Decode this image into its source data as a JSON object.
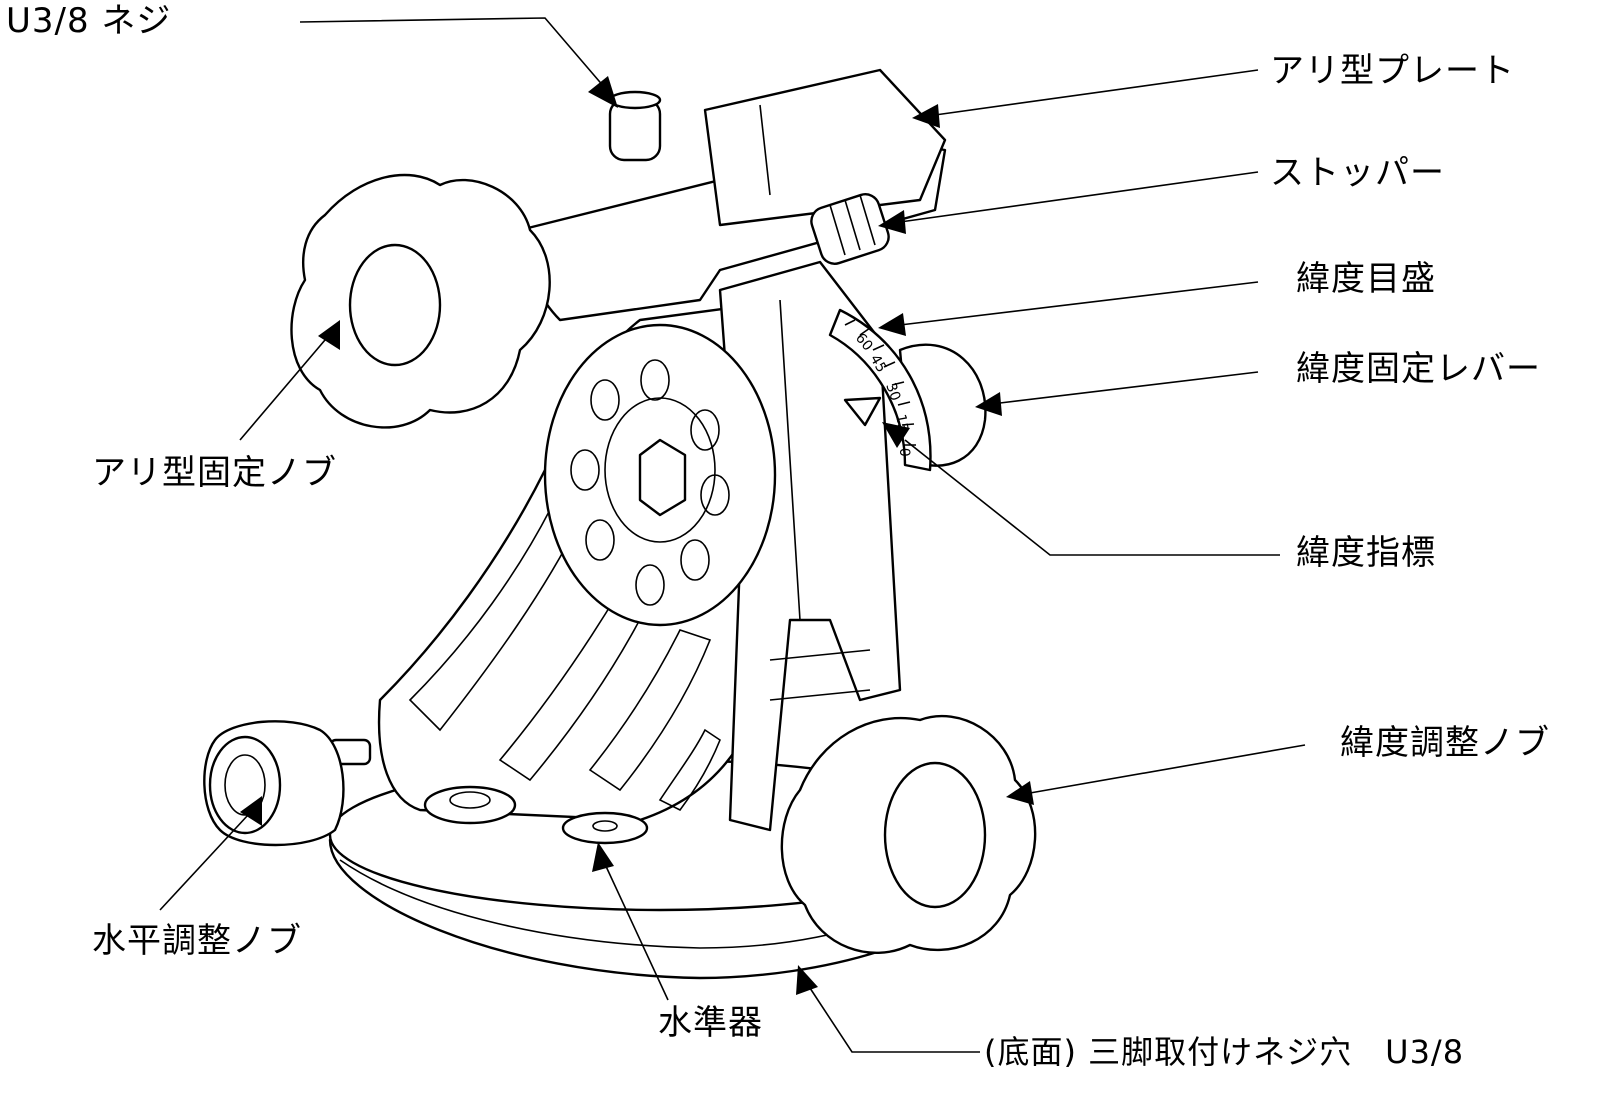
{
  "title": "",
  "labels": {
    "u38_screw": "U3/8 ネジ",
    "dovetail_plate": "アリ型プレート",
    "stopper": "ストッパー",
    "latitude_scale": "緯度目盛",
    "latitude_lock_lever": "緯度固定レバー",
    "dovetail_lock_knob": "アリ型固定ノブ",
    "latitude_indicator": "緯度指標",
    "latitude_adjust_knob": "緯度調整ノブ",
    "horizontal_adjust_knob": "水平調整ノブ",
    "spirit_level": "水準器",
    "tripod_hole": "(底面) 三脚取付けネジ穴　U3/8"
  },
  "scale_ticks": [
    "0",
    "15",
    "30",
    "45",
    "60"
  ],
  "colors": {
    "line": "#000000",
    "background": "#ffffff"
  }
}
